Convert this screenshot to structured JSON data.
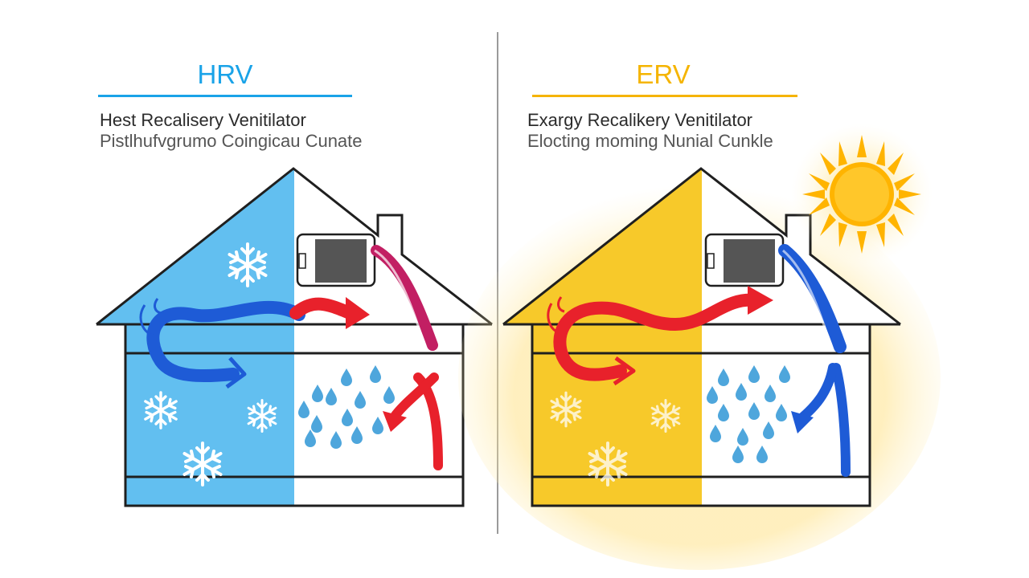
{
  "hrv": {
    "label": "HRV",
    "title": "Hest Recalisery Venitilator",
    "subtitle": "Pistlhufvgrumo Coingicau Cunate",
    "accent_color": "#1aa3e8",
    "fill_color": "#62bff0"
  },
  "erv": {
    "label": "ERV",
    "title": "Exargy Recalikery Venitilator",
    "subtitle": "Elocting moming Nunial Cunkle",
    "accent_color": "#f5b400",
    "fill_color": "#f7c92a"
  },
  "icons": {
    "snowflake": "snowflake-icon",
    "raindrop": "raindrop-icon",
    "sun": "sun-icon",
    "ventilator": "ventilator-unit-icon"
  },
  "colors": {
    "supply_air": "#e8212b",
    "exhaust_air": "#1e5bd6",
    "outline": "#1f1f1f",
    "sun": "#ffb400"
  }
}
